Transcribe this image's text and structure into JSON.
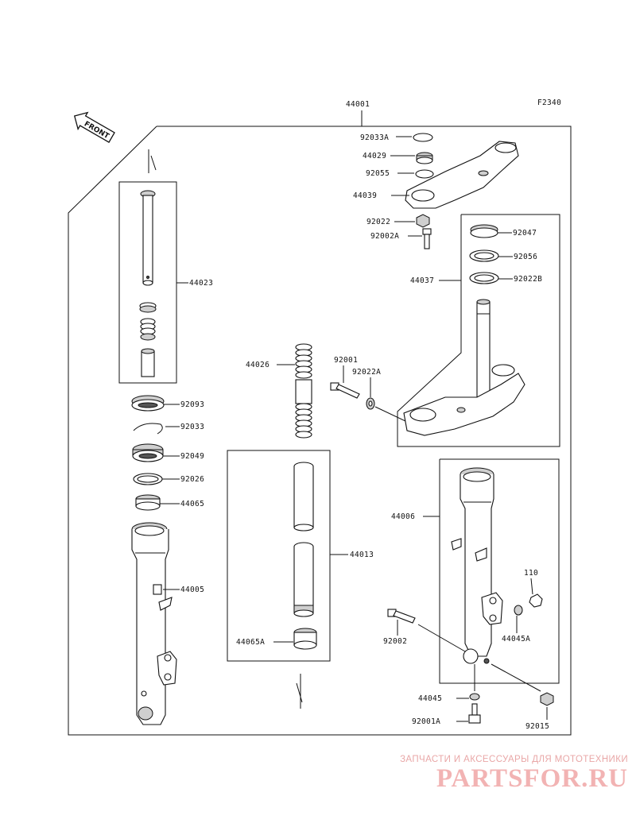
{
  "diagram": {
    "code": "F2340",
    "front_arrow": "FRONT",
    "colors": {
      "line": "#111111",
      "watermark": "#f2b3b3"
    },
    "parts": {
      "p44001": "44001",
      "p92033A": "92033A",
      "p44029": "44029",
      "p92055": "92055",
      "p44039": "44039",
      "p92022": "92022",
      "p92002A": "92002A",
      "p92047": "92047",
      "p92056": "92056",
      "p92022B": "92022B",
      "p44037": "44037",
      "p44023": "44023",
      "p44026": "44026",
      "p92001": "92001",
      "p92022A": "92022A",
      "p92093": "92093",
      "p92033": "92033",
      "p92049": "92049",
      "p92026": "92026",
      "p44065": "44065",
      "p44005": "44005",
      "p44013": "44013",
      "p44065A": "44065A",
      "p44006": "44006",
      "p110": "110",
      "p44045A": "44045A",
      "p92002": "92002",
      "p44045": "44045",
      "p92001A": "92001A",
      "p92015": "92015"
    }
  },
  "watermark": {
    "subtitle": "ЗАПЧАСТИ И АКСЕССУАРЫ ДЛЯ МОТОТЕХНИКИ",
    "logo": "PARTSFOR.RU"
  }
}
